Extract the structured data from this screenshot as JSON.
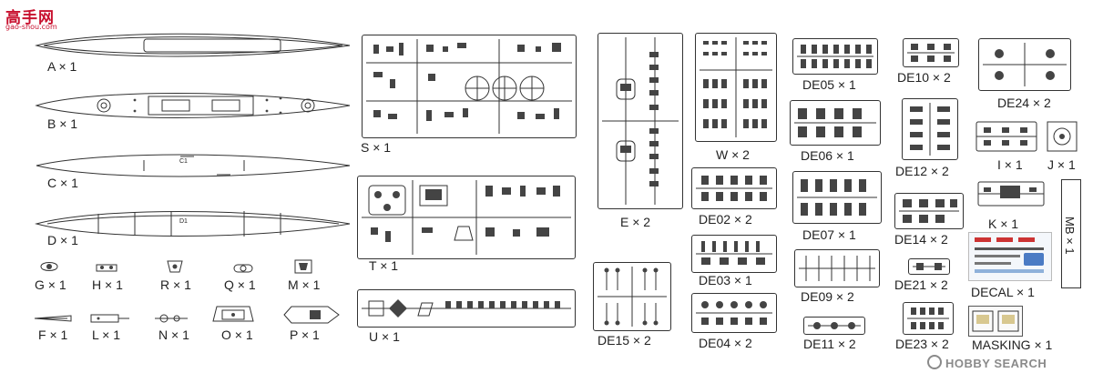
{
  "logo": {
    "text": "高手网",
    "sub": "gao-shou.com"
  },
  "watermark": "HOBBY SEARCH",
  "hull_labels": {
    "A": "A × 1",
    "B": "B × 1",
    "C": "C × 1",
    "D": "D × 1"
  },
  "small_parts": {
    "G": "G × 1",
    "H": "H × 1",
    "R": "R × 1",
    "Q": "Q × 1",
    "M": "M × 1",
    "F": "F × 1",
    "L": "L × 1",
    "N": "N × 1",
    "O": "O × 1",
    "P": "P × 1"
  },
  "sprue_labels": {
    "S": "S × 1",
    "T": "T × 1",
    "U": "U × 1",
    "E": "E × 2",
    "W": "W × 2",
    "DE02": "DE02 × 2",
    "DE03": "DE03 × 1",
    "DE04": "DE04 × 2",
    "DE15": "DE15 × 2",
    "DE05": "DE05 × 1",
    "DE06": "DE06 × 1",
    "DE07": "DE07 × 1",
    "DE09": "DE09 × 2",
    "DE11": "DE11 × 2",
    "DE10": "DE10 × 2",
    "DE12": "DE12 × 2",
    "DE14": "DE14 × 2",
    "DE21": "DE21 × 2",
    "DE23": "DE23 × 2",
    "DE24": "DE24 × 2",
    "I": "I × 1",
    "J": "J × 1",
    "K": "K × 1",
    "MB": "MB × 1",
    "DECAL": "DECAL × 1",
    "MASKING": "MASKING × 1"
  },
  "hull_marks": {
    "C": "C1",
    "D": "D1"
  }
}
